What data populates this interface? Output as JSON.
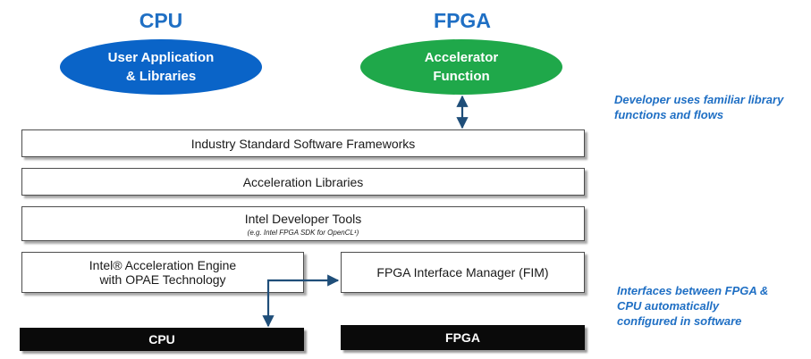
{
  "headings": {
    "cpu": "CPU",
    "fpga": "FPGA"
  },
  "ellipses": {
    "user_app_line1": "User Application",
    "user_app_line2": "& Libraries",
    "accel_line1": "Accelerator",
    "accel_line2": "Function"
  },
  "layers": {
    "frameworks": "Industry Standard Software Frameworks",
    "libraries": "Acceleration Libraries",
    "dev_tools": "Intel Developer Tools",
    "dev_tools_sub": "(e.g. Intel FPGA SDK for OpenCL¹)",
    "engine_line1": "Intel® Acceleration Engine",
    "engine_line2": "with OPAE Technology",
    "fim": "FPGA Interface Manager (FIM)"
  },
  "hardware": {
    "cpu": "CPU",
    "fpga": "FPGA"
  },
  "notes": {
    "top_line1": "Developer uses familiar library",
    "top_line2": "functions and flows",
    "bottom_line1": "Interfaces between FPGA &",
    "bottom_line2": "CPU automatically",
    "bottom_line3": "configured in software"
  },
  "colors": {
    "blue_heading": "#1f6fc4",
    "cpu_ellipse": "#0a64c8",
    "fpga_ellipse": "#1fa84a",
    "arrow": "#1f4e79",
    "hardware_bar": "#0a0a0a"
  }
}
